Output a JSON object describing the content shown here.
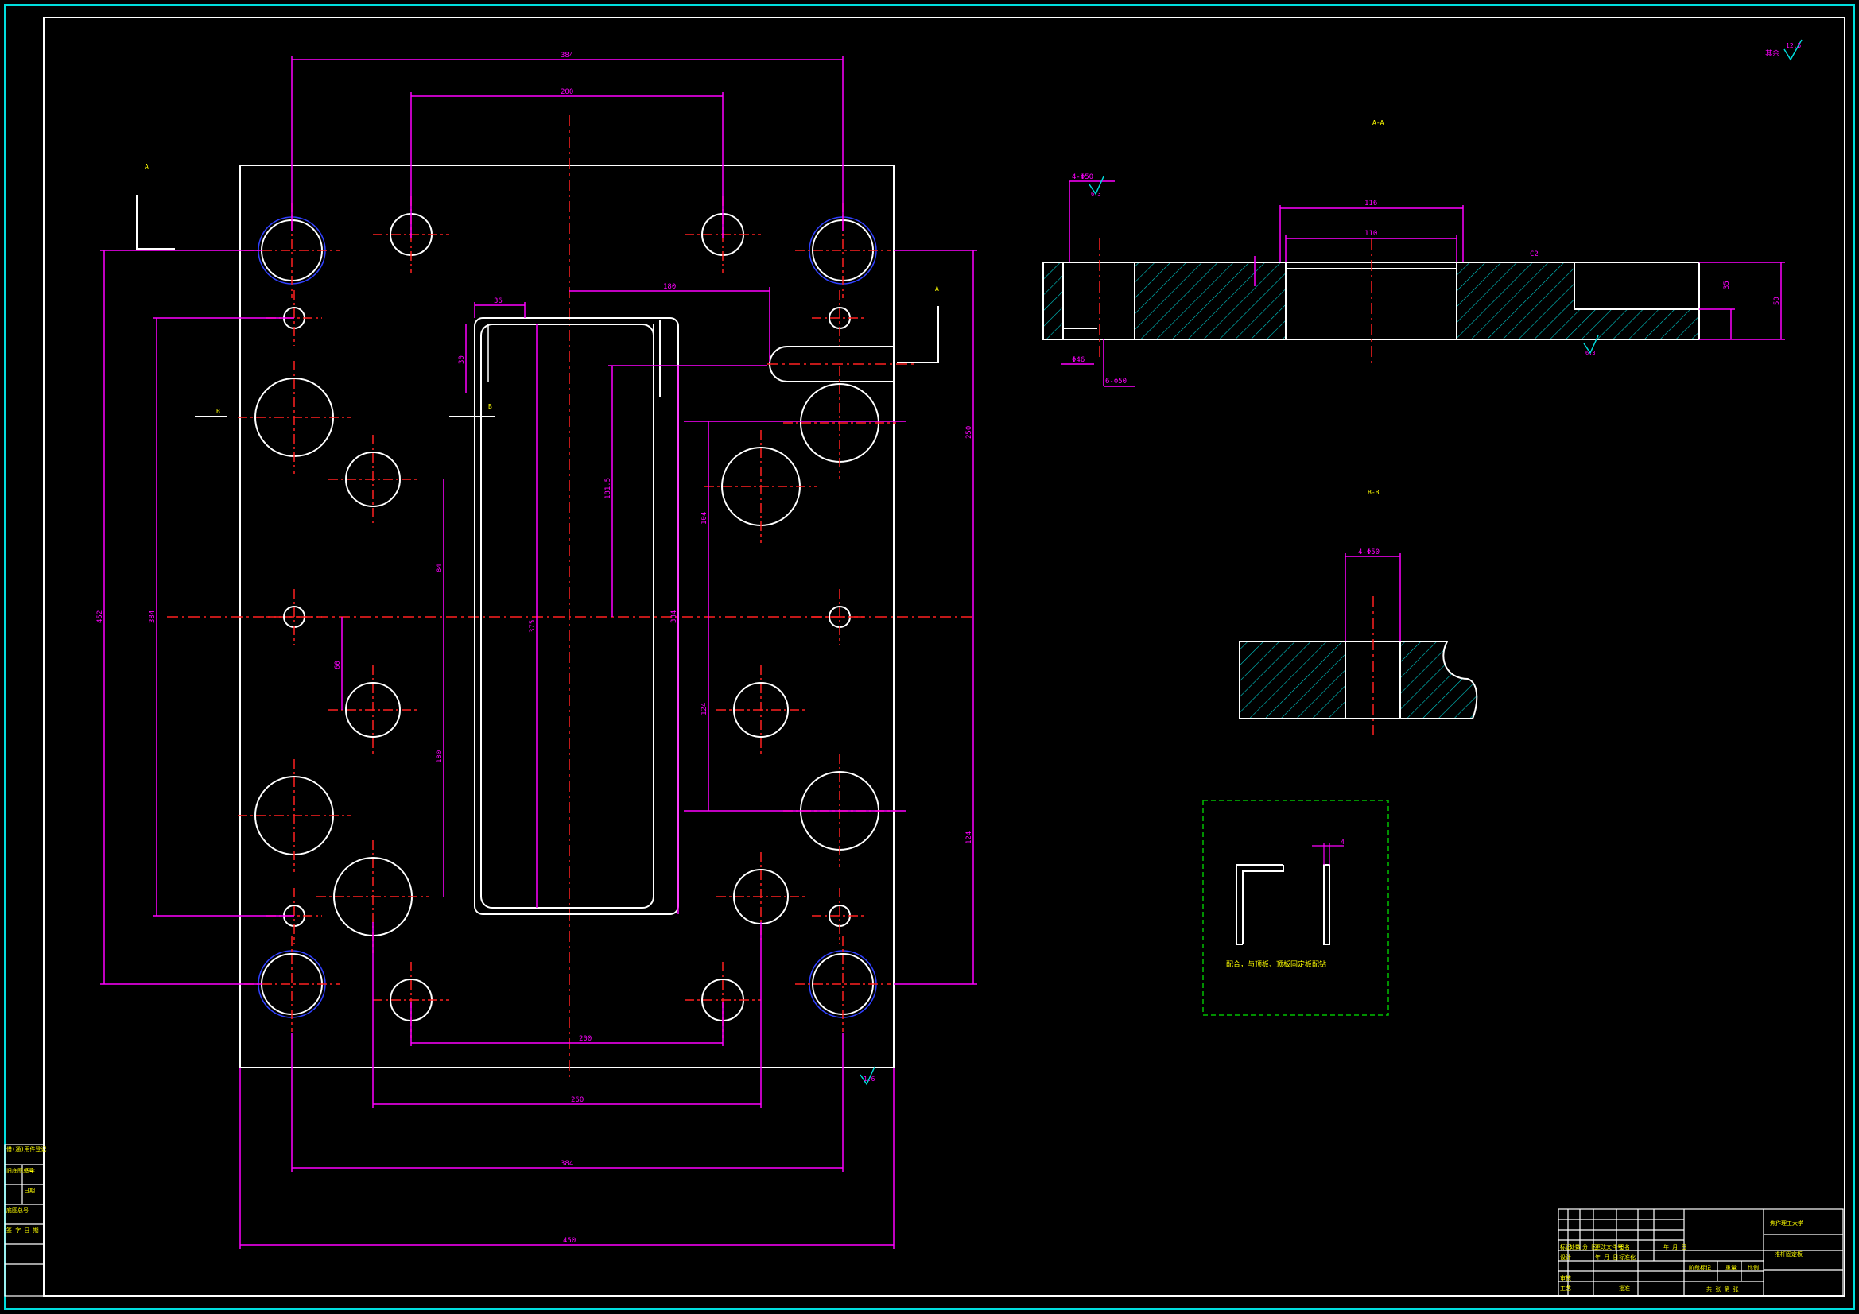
{
  "colors": {
    "background": "#000000",
    "outline": "#ffffff",
    "dimension": "#ff00ff",
    "centerline": "#ff2020",
    "hatch": "#00cccc",
    "note": "#ffff00",
    "frame": "#00dddd",
    "detail_border": "#00c000",
    "chamfer": "#3040ff"
  },
  "plan_view": {
    "dims": {
      "top_width": "384",
      "top_inner": "200",
      "bottom_inner": "200",
      "bottom_mid": "260",
      "bottom_outer": "384",
      "overall_width": "450",
      "left_outer": "452",
      "left_inner": "384",
      "right_outer": "250",
      "right_lower": "124",
      "slot_width": "36",
      "slot_offset": "30",
      "slot_length": "375",
      "center_to_pocket": "180",
      "inner_height": "181.5",
      "pocket_height": "384",
      "left_pitch": "84",
      "left_small": "60",
      "left_lower": "180",
      "right_pitch": "104"
    },
    "section_marks": {
      "a": "A",
      "b": "B"
    },
    "roughness": "1.6"
  },
  "section_a": {
    "title": "A-A",
    "dims": {
      "top_outer": "116",
      "top_inner": "110",
      "hole_callout_top": "4-Φ50",
      "hole_callout_bottom": "6-Φ50",
      "hole_dia": "Φ46",
      "height_inner": "35",
      "height_outer": "50",
      "chamfer": "C2"
    },
    "roughness_top": "6.3",
    "roughness_bottom": "6.3"
  },
  "section_b": {
    "title": "B-B",
    "dims": {
      "hole": "4-Φ50"
    }
  },
  "detail": {
    "note": "配合，与顶板、顶板固定板配钻",
    "thickness": "4"
  },
  "general_roughness": {
    "label": "其余",
    "value": "12.5"
  },
  "title_block": {
    "school": "焦作理工大学",
    "drawing_name": "推杆固定板",
    "revision_headers": [
      "标记",
      "处数",
      "分 区",
      "更改文件号",
      "签名",
      "年 月 日"
    ],
    "row_design": [
      "设计",
      "",
      "",
      "年 月 日",
      "标准化",
      ""
    ],
    "row_review": [
      "审核",
      "",
      "",
      "",
      "",
      ""
    ],
    "row_process": [
      "工艺",
      "",
      "",
      "",
      "批准",
      ""
    ],
    "stage_headers": [
      "阶段标记",
      "重量",
      "比例"
    ],
    "sheet_label": "共 张 第 张"
  },
  "side_panel": {
    "rows": [
      "借(通)用件登记",
      "旧底图总号",
      "签字",
      "日期",
      "底图总号",
      "签 字 日 期"
    ]
  }
}
